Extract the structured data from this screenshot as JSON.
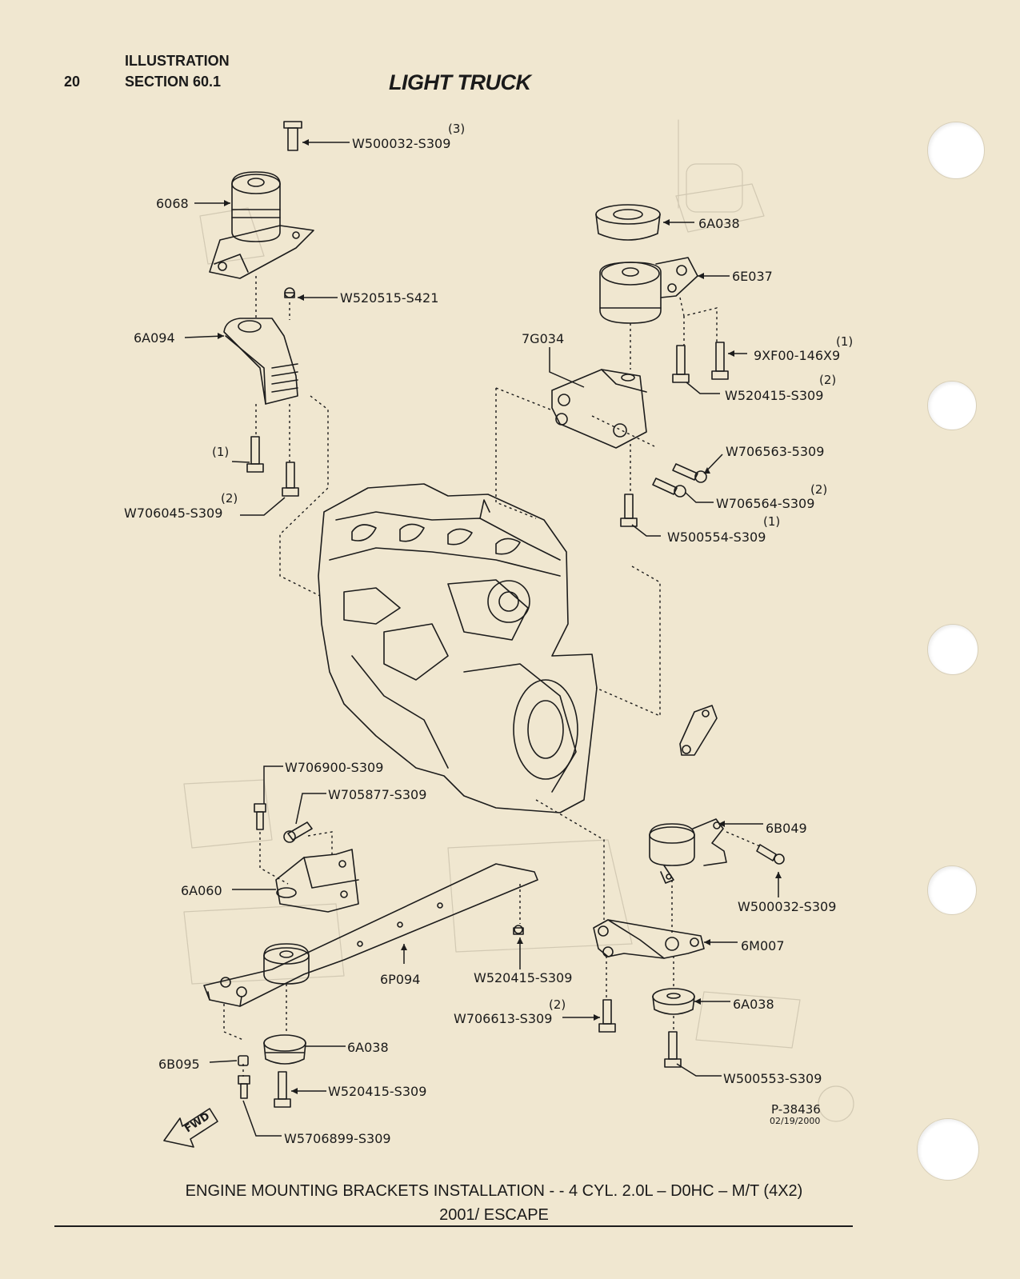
{
  "header": {
    "page_number": "20",
    "illustration": "ILLUSTRATION",
    "section": "SECTION 60.1",
    "title": "LIGHT TRUCK"
  },
  "parts": {
    "p_6068": "6068",
    "p_w500032_top": "W500032-S309",
    "q_w500032_top": "(3)",
    "p_w520515": "W520515-S421",
    "p_6a094": "6A094",
    "p_w706045": "W706045-S309",
    "q_w706045": "(2)",
    "q_left_bolt": "(1)",
    "p_6a038_top": "6A038",
    "p_6e037": "6E037",
    "p_7g034": "7G034",
    "p_9xf00": "9XF00-146X9",
    "q_9xf00": "(1)",
    "p_w520415_right": "W520415-S309",
    "q_w520415_right": "(2)",
    "p_w706563": "W706563-5309",
    "p_w706564": "W706564-S309",
    "q_w706564": "(2)",
    "p_w500554": "W500554-S309",
    "q_w500554": "(1)",
    "p_w706900": "W706900-S309",
    "p_w705877": "W705877-S309",
    "p_6a060": "6A060",
    "p_6p094": "6P094",
    "p_w520415_mid": "W520415-S309",
    "p_w706613": "W706613-S309",
    "q_w706613": "(2)",
    "p_6a038_bl": "6A038",
    "p_6b095": "6B095",
    "p_w520415_bot": "W520415-S309",
    "p_w5706899": "W5706899-S309",
    "p_6b049": "6B049",
    "p_w500032_right": "W500032-S309",
    "p_6m007": "6M007",
    "p_6a038_br": "6A038",
    "p_w500553": "W500553-S309",
    "fwd": "FWD"
  },
  "figure": {
    "number": "P-38436",
    "date": "02/19/2000"
  },
  "footer": {
    "caption": "ENGINE MOUNTING BRACKETS INSTALLATION - - 4 CYL. 2.0L – D0HC – M/T (4X2)",
    "model": "2001/ ESCAPE"
  }
}
